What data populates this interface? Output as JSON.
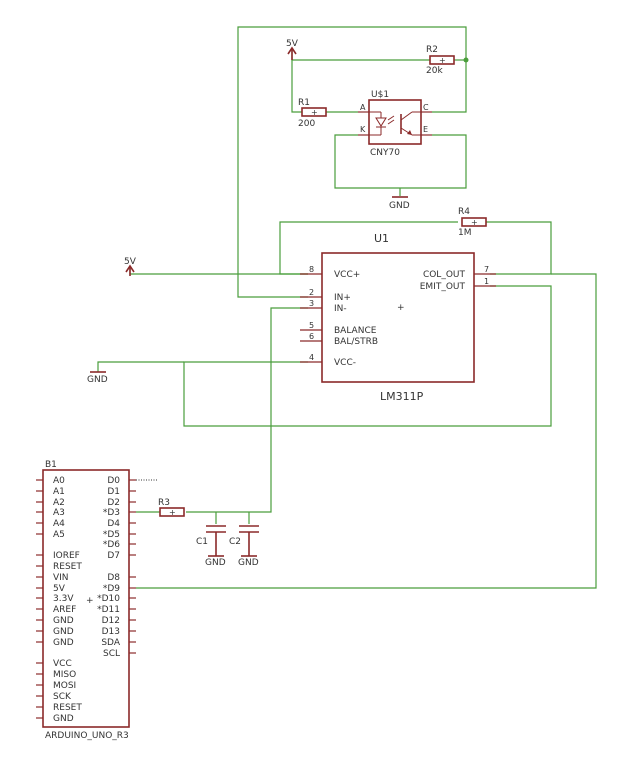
{
  "power_labels": {
    "vcc_top": "5V",
    "vcc_left": "5V",
    "gnd_cny": "GND",
    "gnd_left": "GND",
    "gnd_c1": "GND",
    "gnd_c2": "GND"
  },
  "resistors": {
    "r1": {
      "name": "R1",
      "value": "200"
    },
    "r2": {
      "name": "R2",
      "value": "20k"
    },
    "r3": {
      "name": "R3",
      "value": ""
    },
    "r4": {
      "name": "R4",
      "value": "1M"
    }
  },
  "capacitors": {
    "c1": "C1",
    "c2": "C2"
  },
  "sensor": {
    "name": "U$1",
    "part": "CNY70",
    "pins": {
      "a": "A",
      "k": "K",
      "c": "C",
      "e": "E"
    }
  },
  "comparator": {
    "name": "U1",
    "part": "LM311P",
    "left_pins": [
      {
        "num": "8",
        "label": "VCC+"
      },
      {
        "num": "2",
        "label": "IN+"
      },
      {
        "num": "3",
        "label": "IN-"
      },
      {
        "num": "5",
        "label": "BALANCE"
      },
      {
        "num": "6",
        "label": "BAL/STRB"
      },
      {
        "num": "4",
        "label": "VCC-"
      }
    ],
    "right_pins": [
      {
        "num": "7",
        "label": "COL_OUT"
      },
      {
        "num": "1",
        "label": "EMIT_OUT"
      }
    ]
  },
  "arduino": {
    "name": "B1",
    "part": "ARDUINO_UNO_R3",
    "left_pins": [
      "A0",
      "A1",
      "A2",
      "A3",
      "A4",
      "A5",
      "IOREF",
      "RESET",
      "VIN",
      "5V",
      "3.3V",
      "AREF",
      "GND",
      "GND",
      "GND",
      "VCC",
      "MISO",
      "MOSI",
      "SCK",
      "RESET",
      "GND"
    ],
    "right_pins": [
      "D0",
      "D1",
      "D2",
      "*D3",
      "D4",
      "*D5",
      "*D6",
      "D7",
      "D8",
      "*D9",
      "*D10",
      "*D11",
      "D12",
      "D13",
      "SDA",
      "SCL"
    ]
  }
}
